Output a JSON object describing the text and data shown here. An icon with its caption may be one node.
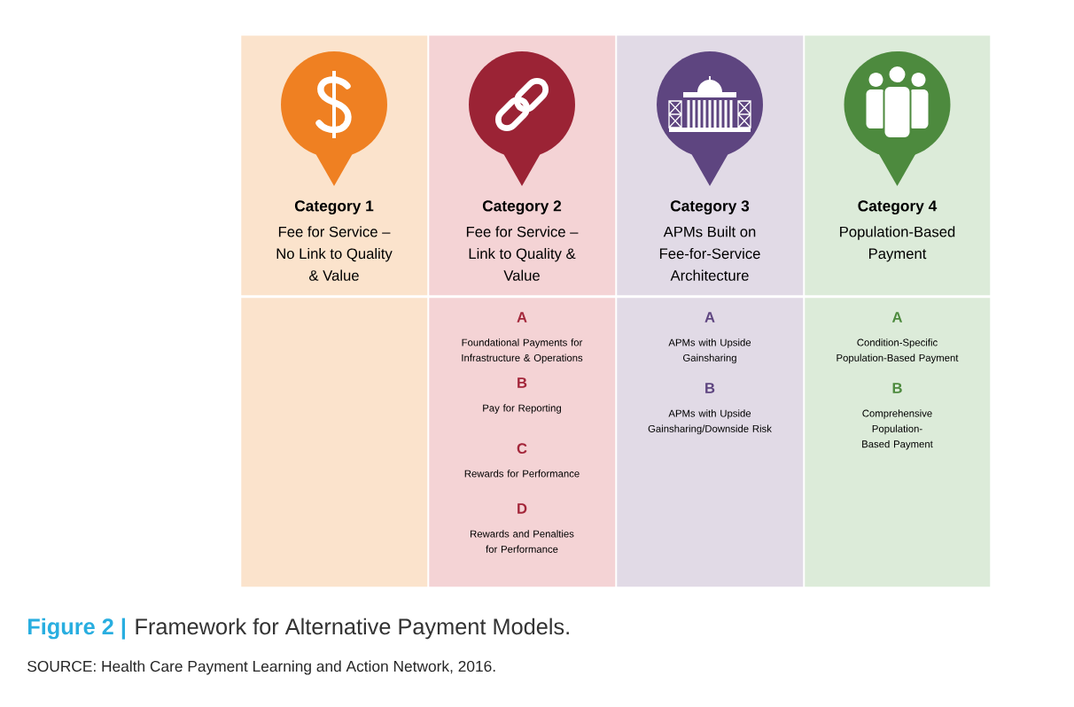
{
  "diagram": {
    "caption": "Framework for Alternative Payment Models.",
    "nodes": [
      {
        "text": [
          "Category 1",
          "Fee for Service – No Link to Quality & Value"
        ]
      },
      {
        "text": [
          "Category 2",
          "Fee for Service – Link to Quality & Value"
        ]
      },
      {
        "text": [
          "Category 3",
          "APMs Built on Fee-for-Service Architecture"
        ]
      },
      {
        "text": [
          "Category 4",
          "Population-Based Payment"
        ]
      },
      {
        "text": [],
        "shape": "box"
      },
      {
        "text": [
          "A",
          "Foundational Payments for Infrastructure & Operations",
          "B",
          "Pay for Reporting",
          "C",
          "Rewards for Performance",
          "D",
          "Rewards and Penalties for Performance"
        ]
      },
      {
        "text": [
          "A",
          "APMs with Upside Gainsharing",
          "B",
          "APMs with Upside Gainsharing/Downside Risk"
        ]
      },
      {
        "text": [
          "A",
          "Condition-Specific Population-Based Payment",
          "B",
          "Comprehensive Population-Based Payment"
        ]
      }
    ],
    "labels": [
      "Figure 2 |",
      "SOURCE: Health Care Payment Learning and Action Network, 2016."
    ]
  }
}
